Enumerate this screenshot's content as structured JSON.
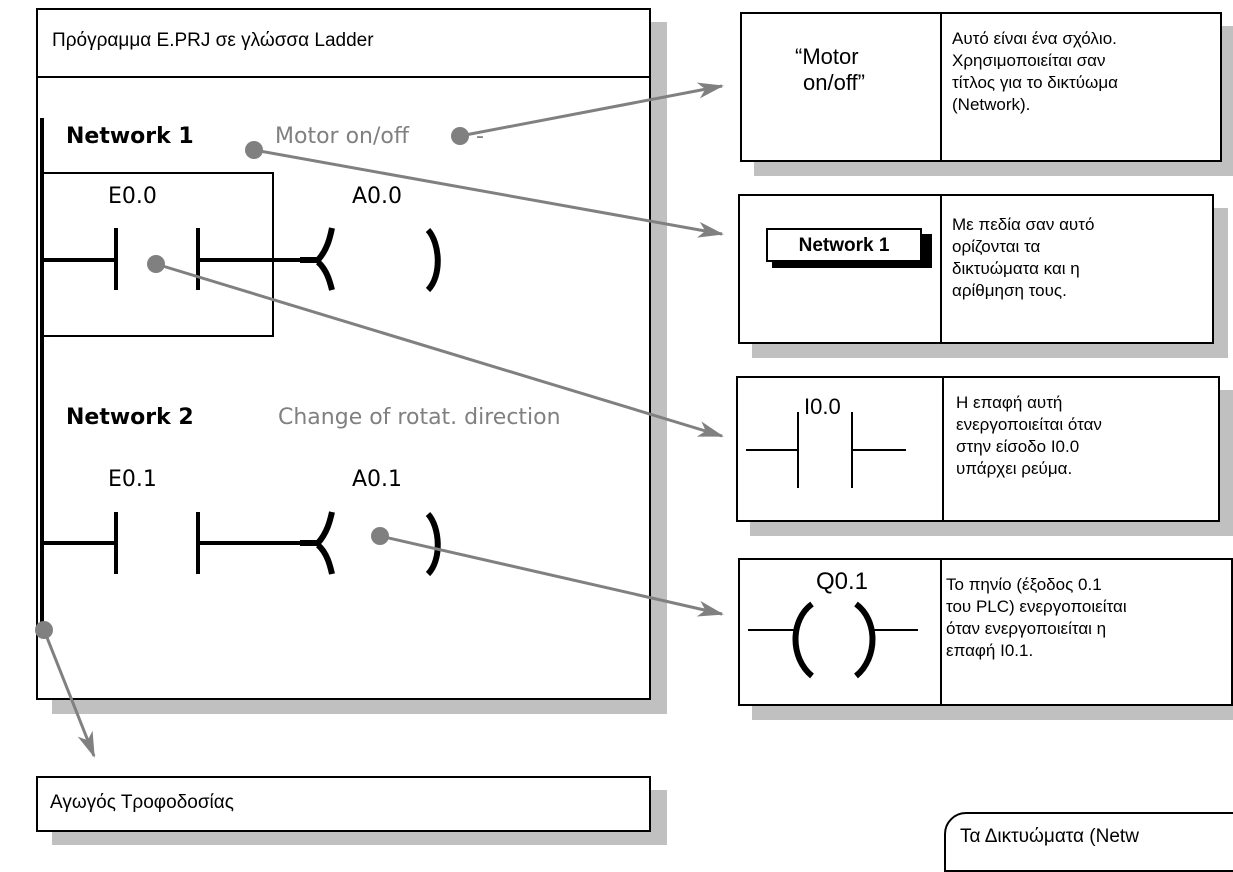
{
  "ladder_program": {
    "title": "Πρόγραμμα E.PRJ σε γλώσσα Ladder",
    "network1": {
      "label": "Network 1",
      "comment": "Motor on/off",
      "comment_suffix": "-",
      "contact": "E0.0",
      "coil": "A0.0"
    },
    "network2": {
      "label": "Network 2",
      "comment": "Change of rotat. direction",
      "contact": "E0.1",
      "coil": "A0.1"
    }
  },
  "power_rail_box": {
    "label": "Αγωγός Τροφοδοσίας"
  },
  "callouts": [
    {
      "symbol_lines": [
        "“Motor",
        "on/off”"
      ],
      "text": "Αυτό είναι ένα σχόλιο.\nΧρησιμοποιείται σαν\nτίτλος για το δικτύωμα\n(Network)."
    },
    {
      "symbol": "Network 1",
      "text": "Με πεδία σαν αυτό\nορίζονται τα\nδικτυώματα και η\nαρίθμηση τους."
    },
    {
      "symbol": "I0.0",
      "text": "Η επαφή αυτή\nενεργοποιείται όταν\nστην είσοδο I0.0\nυπάρχει ρεύμα."
    },
    {
      "symbol": "Q0.1",
      "text": "Το πηνίο (έξοδος 0.1\nτου PLC) ενεργοποιείται\nόταν ενεργοποιείται η\nεπαφή I0.1."
    }
  ],
  "bottom_note": "Τα Δικτυώματα (Netw",
  "colors": {
    "shadow": "#c0c0c0",
    "arrow": "#808080",
    "comment_text": "#808080"
  }
}
